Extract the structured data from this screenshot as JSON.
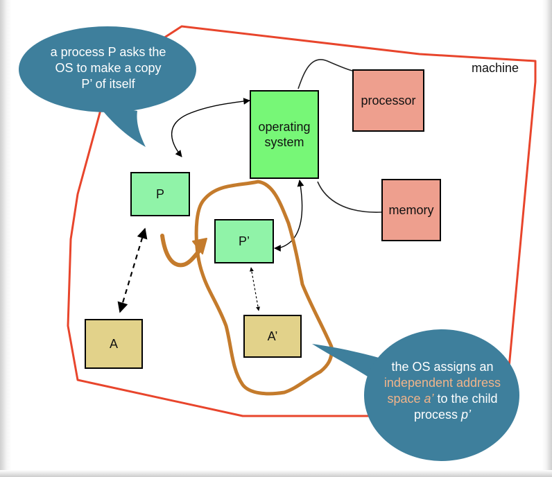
{
  "machine_label": "machine",
  "boxes": {
    "os": "operating system",
    "processor": "processor",
    "memory": "memory",
    "p": "P",
    "p_prime": "P’",
    "a": "A",
    "a_prime": "A’"
  },
  "callout_top": {
    "line1": "a process P asks the",
    "line2": "OS to make a copy",
    "line3": "P’ of itself"
  },
  "callout_bottom": {
    "line1": "the OS assigns an",
    "line2": "independent address",
    "line3_pre": "space ",
    "line3_italic": "a’",
    "line3_post": " to the child",
    "line4_pre": "process ",
    "line4_italic": "p’"
  },
  "colors": {
    "machine_border": "#e8452c",
    "bubble": "#3e7f9c",
    "child_outline": "#c47b2c",
    "os_box": "#77f777",
    "process_box": "#90f3a8",
    "hardware_box": "#ee9f8e",
    "address_box": "#e2d28a"
  }
}
